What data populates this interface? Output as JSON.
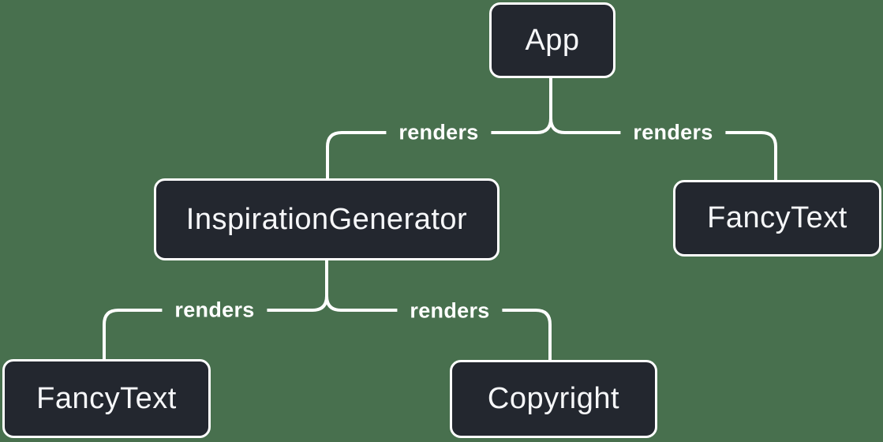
{
  "diagram": {
    "type": "component-render-tree",
    "nodes": [
      {
        "id": "app",
        "label": "App"
      },
      {
        "id": "inspiration-generator",
        "label": "InspirationGenerator"
      },
      {
        "id": "fancy-text-top",
        "label": "FancyText"
      },
      {
        "id": "fancy-text-bottom",
        "label": "FancyText"
      },
      {
        "id": "copyright",
        "label": "Copyright"
      }
    ],
    "edges": [
      {
        "from": "app",
        "to": "inspiration-generator",
        "label": "renders"
      },
      {
        "from": "app",
        "to": "fancy-text-top",
        "label": "renders"
      },
      {
        "from": "inspiration-generator",
        "to": "fancy-text-bottom",
        "label": "renders"
      },
      {
        "from": "inspiration-generator",
        "to": "copyright",
        "label": "renders"
      }
    ],
    "colors": {
      "background": "#48704E",
      "node_fill": "#23272F",
      "node_border": "#FFFFFF",
      "node_text": "#F6F7F9",
      "connector": "#FFFFFF",
      "edge_label_text": "#FFFFFF"
    }
  }
}
